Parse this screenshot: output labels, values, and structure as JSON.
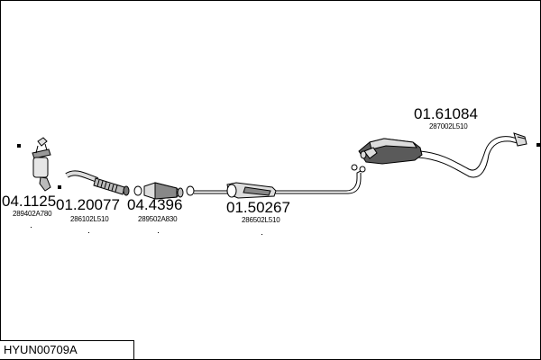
{
  "diagram_id": "HYUN00709A",
  "parts": [
    {
      "number": "04.1125",
      "ref": "289402A780"
    },
    {
      "number": "01.20077",
      "ref": "286102L510"
    },
    {
      "number": "04.4396",
      "ref": "289502A830"
    },
    {
      "number": "01.50267",
      "ref": "286502L510"
    },
    {
      "number": "01.61084",
      "ref": "287002L510"
    }
  ],
  "colors": {
    "line": "#000000",
    "fill_light": "#d9d9d9",
    "fill_dark": "#5a5a5a"
  }
}
